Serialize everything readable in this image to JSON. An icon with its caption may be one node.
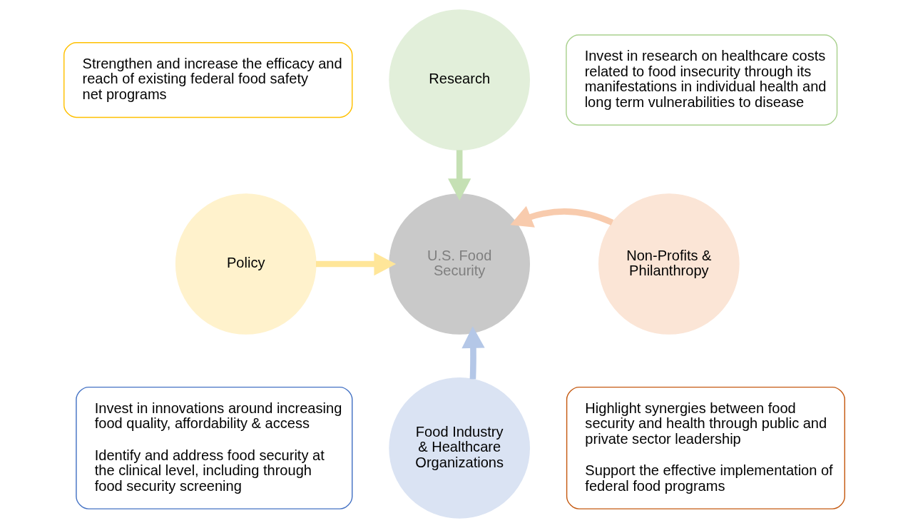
{
  "diagram": {
    "nodes": [
      {
        "text": [
          "U.S. Food Security"
        ]
      },
      {
        "text": [
          "Research"
        ]
      },
      {
        "text": [
          "Policy"
        ]
      },
      {
        "text": [
          "Non-Profits & Philanthropy"
        ]
      },
      {
        "text": [
          "Food Industry & Healthcare Organizations"
        ]
      },
      {
        "text": [
          "Strengthen and increase the efficacy and reach of existing federal food safety net programs"
        ]
      },
      {
        "text": [
          "Invest in research on healthcare costs related to food insecurity through its manifestations in individual health and long term vulnerabilities to disease"
        ]
      },
      {
        "text": [
          "Invest in innovations around increasing food quality, affordability & access",
          "Identify and address food security at the clinical level, including through food security screening"
        ]
      },
      {
        "text": [
          "Highlight synergies between food security and health through public and private sector leadership",
          "Support the effective implementation of federal food programs"
        ]
      }
    ],
    "edges": [
      {
        "from": 1,
        "to": 0,
        "arrow": "to",
        "color": "#c5e0b4"
      },
      {
        "from": 2,
        "to": 0,
        "arrow": "to",
        "color": "#ffe699"
      },
      {
        "from": 3,
        "to": 0,
        "arrow": "to",
        "color": "#f8cbad"
      },
      {
        "from": 4,
        "to": 0,
        "arrow": "to",
        "color": "#b4c7e7"
      }
    ]
  }
}
